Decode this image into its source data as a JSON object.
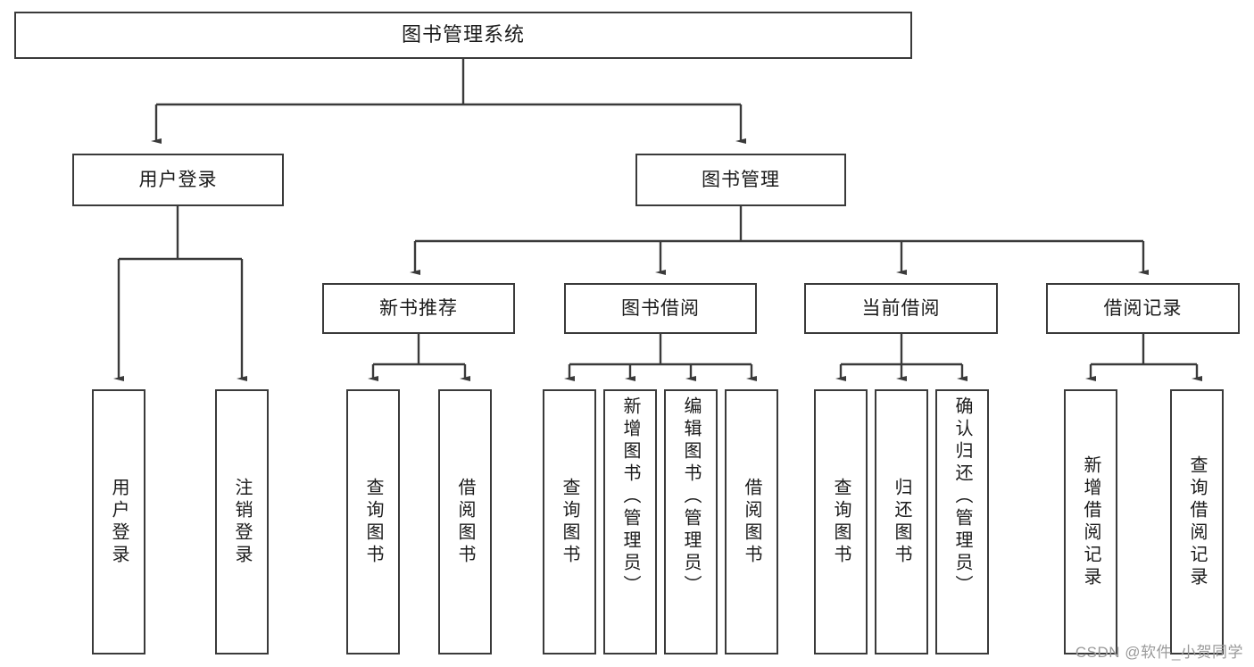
{
  "diagram": {
    "title": "图书管理系统",
    "type": "hierarchy-tree",
    "watermark": "CSDN @软件_小贺同学",
    "colors": {
      "box_border": "#3a3a3a",
      "box_fill": "#ffffff",
      "connector": "#3a3a3a",
      "text": "#1b1b1b",
      "watermark": "#9a9a9a"
    },
    "root": {
      "label": "图书管理系统"
    },
    "level2": [
      {
        "label": "用户登录"
      },
      {
        "label": "图书管理"
      }
    ],
    "level3": [
      {
        "label": "新书推荐"
      },
      {
        "label": "图书借阅"
      },
      {
        "label": "当前借阅"
      },
      {
        "label": "借阅记录"
      }
    ],
    "leaves": {
      "user_login": [
        {
          "label": "用户登录"
        },
        {
          "label": "注销登录"
        }
      ],
      "new_book_recommend": [
        {
          "label": "查询图书"
        },
        {
          "label": "借阅图书"
        }
      ],
      "book_borrow": [
        {
          "label": "查询图书"
        },
        {
          "label": "新增图书（管理员）"
        },
        {
          "label": "编辑图书（管理员）"
        },
        {
          "label": "借阅图书"
        }
      ],
      "current_borrow": [
        {
          "label": "查询图书"
        },
        {
          "label": "归还图书"
        },
        {
          "label": "确认归还（管理员）"
        }
      ],
      "borrow_record": [
        {
          "label": "新增借阅记录"
        },
        {
          "label": "查询借阅记录"
        }
      ]
    }
  }
}
